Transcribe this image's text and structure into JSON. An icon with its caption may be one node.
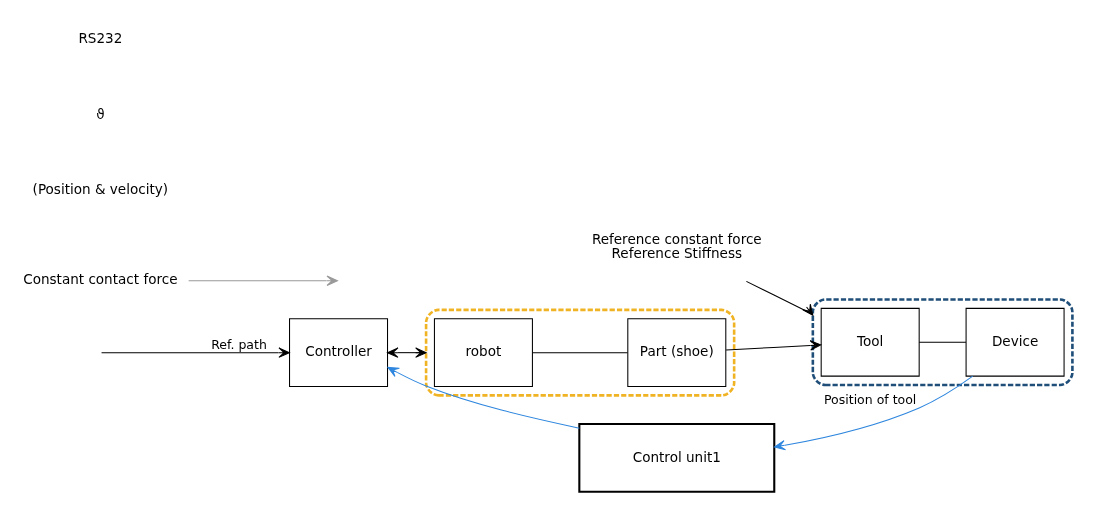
{
  "diagram": {
    "nodes": [
      {
        "text": [
          "Controller"
        ]
      },
      {
        "text": [],
        "shape": "box"
      },
      {
        "text": [
          "robot"
        ],
        "in": 1
      },
      {
        "text": [
          "Part (shoe)"
        ],
        "in": 1
      },
      {
        "text": [],
        "shape": "box"
      },
      {
        "text": [
          "Tool"
        ],
        "in": 4
      },
      {
        "text": [
          "Device"
        ],
        "in": 4
      },
      {
        "text": [
          "Control unit1"
        ]
      },
      {
        "text": [
          "Reference constant force",
          "Reference Stiffness"
        ]
      },
      {
        "text": [
          "Constant contact force"
        ]
      }
    ],
    "edges": [
      {
        "from": null,
        "to": 0,
        "arrow": "to",
        "label": "Ref. path"
      },
      {
        "from": 0,
        "to": 1,
        "arrow": "both"
      },
      {
        "from": 2,
        "to": 3,
        "arrow": "none"
      },
      {
        "from": 3,
        "to": 5,
        "arrow": "to"
      },
      {
        "from": 5,
        "to": 6,
        "arrow": "none"
      },
      {
        "from": 6,
        "to": 7,
        "arrow": "to",
        "label": "Position of tool",
        "color": "#2e86de"
      },
      {
        "from": 7,
        "to": 0,
        "arrow": "to",
        "color": "#2e86de"
      },
      {
        "from": 8,
        "to": 4,
        "arrow": "to"
      },
      {
        "from": 9,
        "to": null,
        "arrow": "to",
        "color": "#999999"
      }
    ],
    "labels": [
      "(Position & velocity)",
      "ϑ",
      "RS232"
    ]
  }
}
